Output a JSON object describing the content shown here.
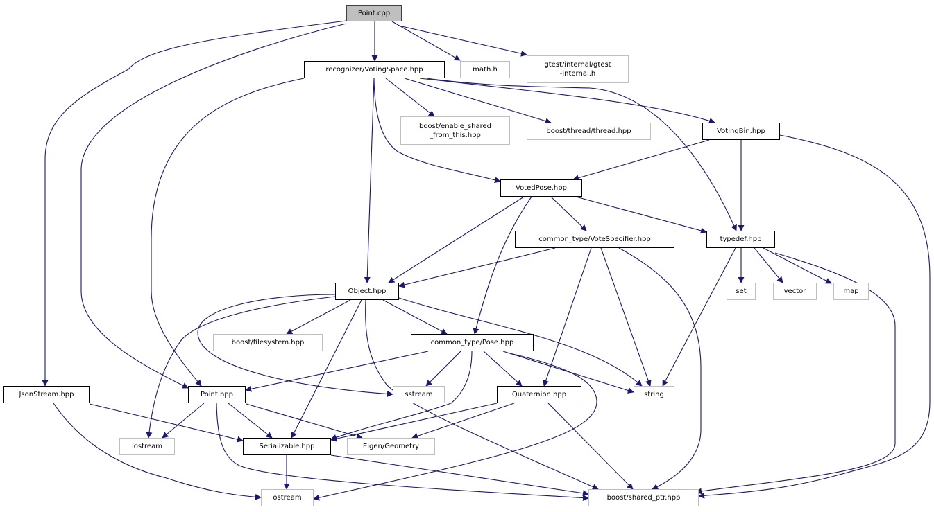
{
  "graph": {
    "kind": "include-dependency-graph",
    "edge_color": "#191970",
    "root_fill": "#bfbfbf",
    "external_border": "#bfbfbf",
    "nodes": [
      {
        "id": "point_cpp",
        "label": "Point.cpp",
        "style": "root"
      },
      {
        "id": "voting_space",
        "label": "recognizer/VotingSpace.hpp",
        "style": "documented"
      },
      {
        "id": "math_h",
        "label": "math.h",
        "style": "external"
      },
      {
        "id": "gtest",
        "label": "gtest/internal/gtest\n-internal.h",
        "style": "external"
      },
      {
        "id": "enable_shared",
        "label": "boost/enable_shared\n_from_this.hpp",
        "style": "external"
      },
      {
        "id": "thread",
        "label": "boost/thread/thread.hpp",
        "style": "external"
      },
      {
        "id": "voting_bin",
        "label": "VotingBin.hpp",
        "style": "documented"
      },
      {
        "id": "voted_pose",
        "label": "VotedPose.hpp",
        "style": "documented"
      },
      {
        "id": "vote_specifier",
        "label": "common_type/VoteSpecifier.hpp",
        "style": "documented"
      },
      {
        "id": "typedef",
        "label": "typedef.hpp",
        "style": "documented"
      },
      {
        "id": "object",
        "label": "Object.hpp",
        "style": "documented"
      },
      {
        "id": "set",
        "label": "set",
        "style": "external"
      },
      {
        "id": "vector",
        "label": "vector",
        "style": "external"
      },
      {
        "id": "map",
        "label": "map",
        "style": "external"
      },
      {
        "id": "filesystem",
        "label": "boost/filesystem.hpp",
        "style": "external"
      },
      {
        "id": "pose",
        "label": "common_type/Pose.hpp",
        "style": "documented"
      },
      {
        "id": "json_stream",
        "label": "JsonStream.hpp",
        "style": "documented"
      },
      {
        "id": "point_hpp",
        "label": "Point.hpp",
        "style": "documented"
      },
      {
        "id": "sstream",
        "label": "sstream",
        "style": "external"
      },
      {
        "id": "quaternion",
        "label": "Quaternion.hpp",
        "style": "documented"
      },
      {
        "id": "string",
        "label": "string",
        "style": "external"
      },
      {
        "id": "iostream",
        "label": "iostream",
        "style": "external"
      },
      {
        "id": "serializable",
        "label": "Serializable.hpp",
        "style": "documented"
      },
      {
        "id": "eigen",
        "label": "Eigen/Geometry",
        "style": "external"
      },
      {
        "id": "ostream",
        "label": "ostream",
        "style": "external"
      },
      {
        "id": "shared_ptr",
        "label": "boost/shared_ptr.hpp",
        "style": "external"
      }
    ],
    "edges": [
      [
        "point_cpp",
        "voting_space"
      ],
      [
        "point_cpp",
        "math_h"
      ],
      [
        "point_cpp",
        "gtest"
      ],
      [
        "point_cpp",
        "json_stream"
      ],
      [
        "point_cpp",
        "point_hpp"
      ],
      [
        "voting_space",
        "point_hpp"
      ],
      [
        "voting_space",
        "object"
      ],
      [
        "voting_space",
        "enable_shared"
      ],
      [
        "voting_space",
        "thread"
      ],
      [
        "voting_space",
        "voting_bin"
      ],
      [
        "voting_space",
        "typedef"
      ],
      [
        "voting_space",
        "voted_pose"
      ],
      [
        "voting_bin",
        "voted_pose"
      ],
      [
        "voting_bin",
        "typedef"
      ],
      [
        "voting_bin",
        "shared_ptr"
      ],
      [
        "voted_pose",
        "object"
      ],
      [
        "voted_pose",
        "pose"
      ],
      [
        "voted_pose",
        "vote_specifier"
      ],
      [
        "voted_pose",
        "typedef"
      ],
      [
        "vote_specifier",
        "object"
      ],
      [
        "vote_specifier",
        "quaternion"
      ],
      [
        "vote_specifier",
        "string"
      ],
      [
        "vote_specifier",
        "shared_ptr"
      ],
      [
        "typedef",
        "set"
      ],
      [
        "typedef",
        "vector"
      ],
      [
        "typedef",
        "map"
      ],
      [
        "typedef",
        "string"
      ],
      [
        "typedef",
        "shared_ptr"
      ],
      [
        "object",
        "filesystem"
      ],
      [
        "object",
        "pose"
      ],
      [
        "object",
        "string"
      ],
      [
        "object",
        "iostream"
      ],
      [
        "object",
        "sstream"
      ],
      [
        "object",
        "serializable"
      ],
      [
        "object",
        "shared_ptr"
      ],
      [
        "pose",
        "point_hpp"
      ],
      [
        "pose",
        "sstream"
      ],
      [
        "pose",
        "quaternion"
      ],
      [
        "pose",
        "string"
      ],
      [
        "pose",
        "serializable"
      ],
      [
        "pose",
        "ostream"
      ],
      [
        "json_stream",
        "serializable"
      ],
      [
        "json_stream",
        "ostream"
      ],
      [
        "point_hpp",
        "iostream"
      ],
      [
        "point_hpp",
        "serializable"
      ],
      [
        "point_hpp",
        "eigen"
      ],
      [
        "point_hpp",
        "shared_ptr"
      ],
      [
        "quaternion",
        "serializable"
      ],
      [
        "quaternion",
        "eigen"
      ],
      [
        "quaternion",
        "shared_ptr"
      ],
      [
        "serializable",
        "ostream"
      ],
      [
        "serializable",
        "shared_ptr"
      ]
    ]
  }
}
